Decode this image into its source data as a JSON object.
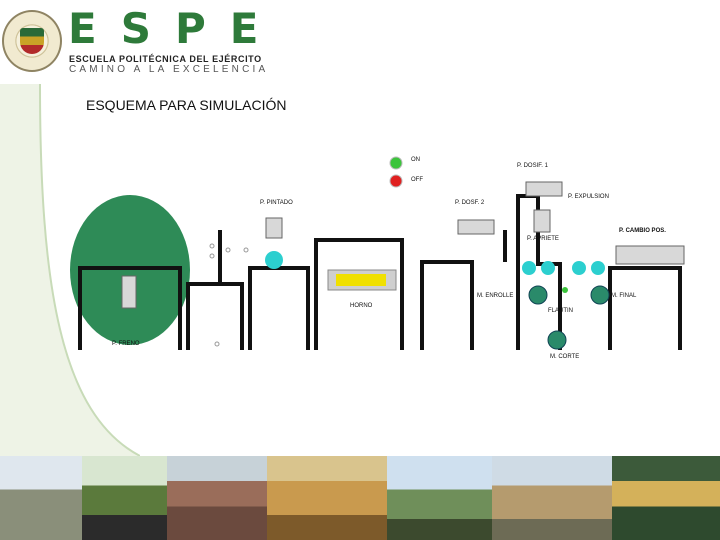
{
  "header": {
    "logo_text": "ESPE",
    "institution": "ESCUELA POLITÉCNICA DEL EJÉRCITO",
    "motto": "CAMINO A LA EXCELENCIA"
  },
  "page_title": "ESQUEMA PARA SIMULACIÓN",
  "diagram": {
    "labels": {
      "on": "ON",
      "off": "OFF",
      "p_dosif_1": "P. DOSIF. 1",
      "p_expulsion": "P. EXPULSION",
      "p_pintado": "P. PINTADO",
      "p_dosif_2": "P. DOSF. 2",
      "p_cambio_pos": "P. CAMBIO POS.",
      "p_apriete": "P. APRIETE",
      "horno": "HORNO",
      "m_enrolle": "M. ENROLLE",
      "m_final": "M. FINAL",
      "flautin": "FLAUTIN",
      "m_corte": "M. CORTE",
      "p_freno": "P. FRENO"
    },
    "colors": {
      "on_lamp": "#3cc43c",
      "off_lamp": "#e02020",
      "tank": "#2e8b57",
      "sensor": "#2ccfcf",
      "heater": "#f0e000",
      "structure": "#111111"
    }
  }
}
